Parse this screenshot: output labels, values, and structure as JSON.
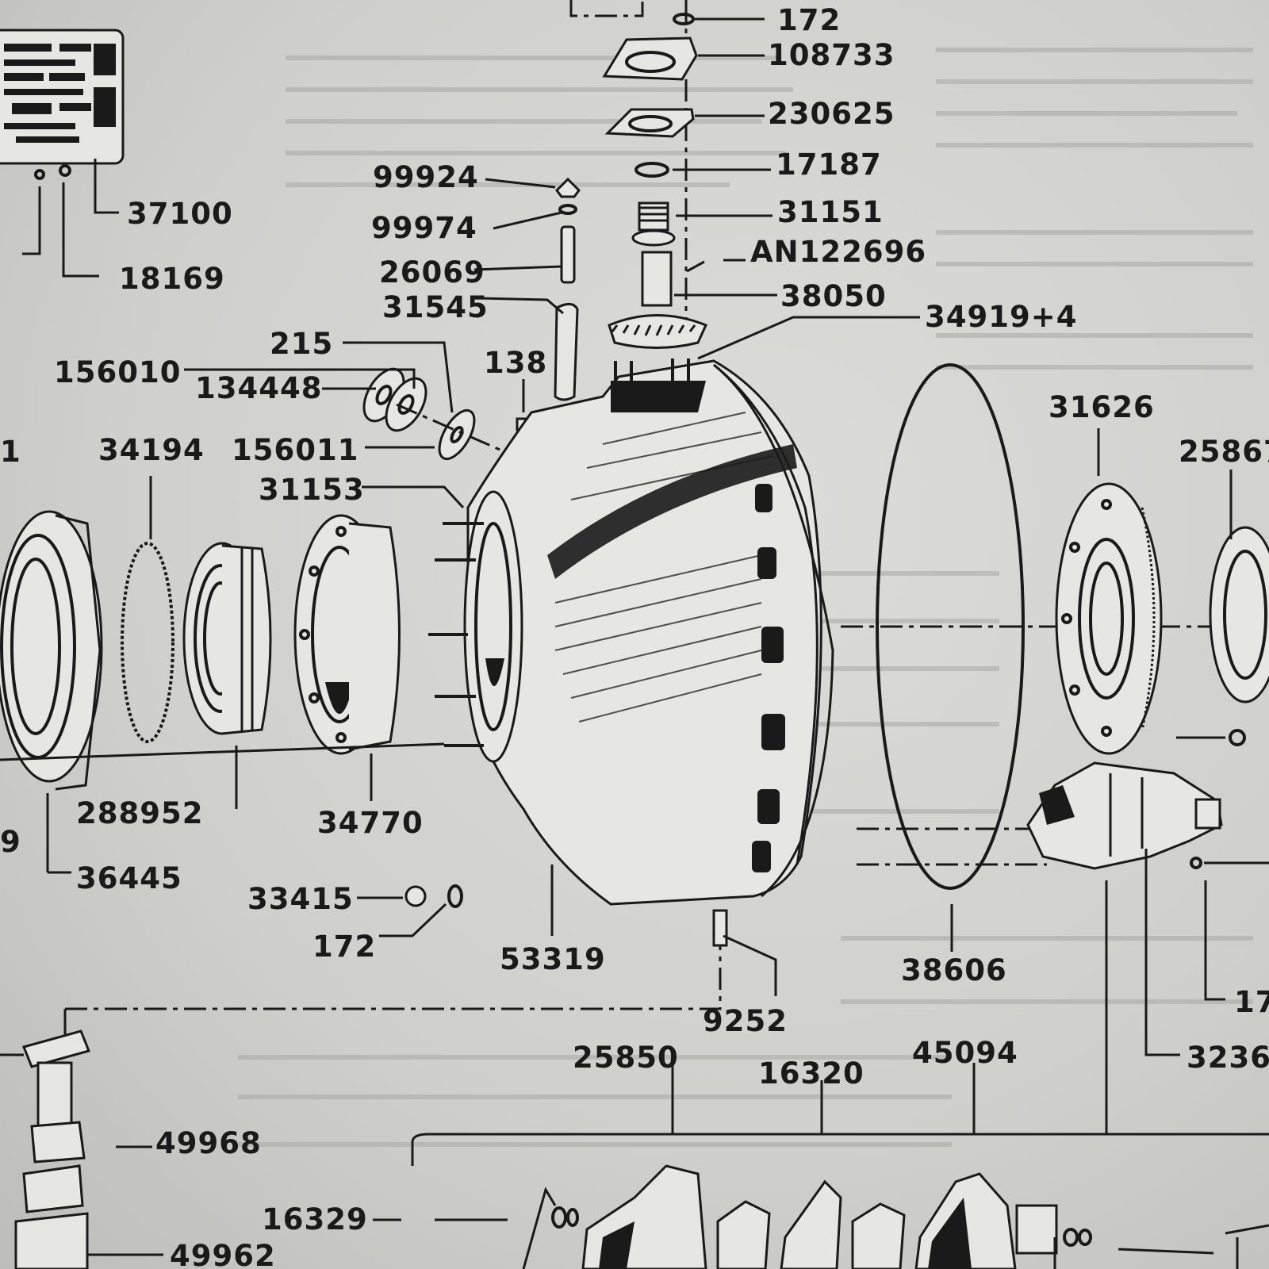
{
  "diagram": {
    "part_numbers": {
      "p_172_top": "172",
      "p_108733": "108733",
      "p_230625": "230625",
      "p_17187": "17187",
      "p_31151": "31151",
      "p_an122696": "AN122696",
      "p_38050": "38050",
      "p_34919": "34919+4",
      "p_99924": "99924",
      "p_99974": "99974",
      "p_26069": "26069",
      "p_31545": "31545",
      "p_215": "215",
      "p_156010": "156010",
      "p_134448": "134448",
      "p_138": "138",
      "p_156011": "156011",
      "p_31153": "31153",
      "p_34194": "34194",
      "p_37100": "37100",
      "p_18169": "18169",
      "p_31626": "31626",
      "p_25867": "25867",
      "p_288952": "288952",
      "p_34770": "34770",
      "p_36445": "36445",
      "p_33415": "33415",
      "p_172_bottom": "172",
      "p_53319": "53319",
      "p_38606": "38606",
      "p_9252": "9252",
      "p_25850": "25850",
      "p_16320": "16320",
      "p_45094": "45094",
      "p_49968": "49968",
      "p_16329": "16329",
      "p_49962": "49962",
      "p_1_left": "1",
      "p_9_left": "9",
      "p_17_right": "17",
      "p_3236_right": "3236"
    }
  }
}
